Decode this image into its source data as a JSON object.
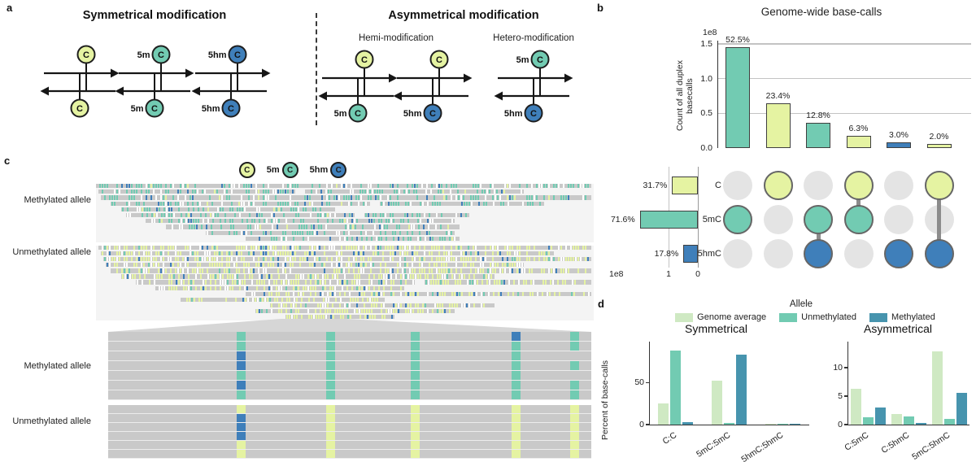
{
  "colors": {
    "c": "#e5f3a2",
    "mc": "#72cbb2",
    "hmc": "#3f7fba",
    "avg": "#cfe9c3",
    "meth": "#4794ae",
    "grey_dot": "#e4e4e4",
    "read": "#c9c9c9",
    "outline": "#3f3f3f",
    "connector": "#8c8c8c"
  },
  "panel_a": {
    "label": "a",
    "title_sym": "Symmetrical modification",
    "title_asym": "Asymmetrical modification",
    "subtitle_hemi": "Hemi-modification",
    "subtitle_hetero": "Hetero-modification",
    "base": "C",
    "duplexes_sym": [
      {
        "top": [
          "",
          "c"
        ],
        "bottom": [
          "",
          "c"
        ]
      },
      {
        "top": [
          "5m",
          "mc"
        ],
        "bottom": [
          "5m",
          "mc"
        ]
      },
      {
        "top": [
          "5hm",
          "hmc"
        ],
        "bottom": [
          "5hm",
          "hmc"
        ]
      }
    ],
    "duplexes_hemi": [
      {
        "top": [
          "",
          "c"
        ],
        "bottom": [
          "5m",
          "mc"
        ]
      },
      {
        "top": [
          "",
          "c"
        ],
        "bottom": [
          "5hm",
          "hmc"
        ]
      }
    ],
    "duplexes_hetero": [
      {
        "top": [
          "5m",
          "mc"
        ],
        "bottom": [
          "5hm",
          "hmc"
        ]
      }
    ]
  },
  "panel_b": {
    "label": "b",
    "title": "Genome-wide base-calls",
    "ylabel": "Count of all duplex basecalls",
    "scale_label": "1e8",
    "ymax": 1.5,
    "yticks": [
      "0.0",
      "0.5",
      "1.0",
      "1.5"
    ],
    "bars": [
      {
        "pct": "52.5%",
        "value": 1.45,
        "color": "mc"
      },
      {
        "pct": "23.4%",
        "value": 0.65,
        "color": "c"
      },
      {
        "pct": "12.8%",
        "value": 0.36,
        "color": "mc"
      },
      {
        "pct": "6.3%",
        "value": 0.17,
        "color": "c"
      },
      {
        "pct": "3.0%",
        "value": 0.08,
        "color": "hmc"
      },
      {
        "pct": "2.0%",
        "value": 0.055,
        "color": "c"
      }
    ],
    "matrix_rows": [
      {
        "name": "C",
        "color": "c",
        "pct": "31.7%",
        "value": 0.88
      },
      {
        "name": "5mC",
        "color": "mc",
        "pct": "71.6%",
        "value": 1.98
      },
      {
        "name": "5hmC",
        "color": "hmc",
        "pct": "17.8%",
        "value": 0.49
      }
    ],
    "matrix_membership": [
      [
        1
      ],
      [
        0
      ],
      [
        1,
        2
      ],
      [
        0,
        1
      ],
      [
        2
      ],
      [
        0,
        2
      ]
    ],
    "hbar_ticks": [
      "1",
      "0"
    ],
    "hbar_scale_label": "1e8"
  },
  "panel_c": {
    "label": "c",
    "legend": [
      {
        "prefix": "",
        "color": "c"
      },
      {
        "prefix": "5m",
        "color": "mc"
      },
      {
        "prefix": "5hm",
        "color": "hmc"
      }
    ],
    "seed": 13,
    "sections": [
      {
        "name": "Methylated allele",
        "density": 0.5,
        "mix": {
          "mc": 0.56,
          "hmc": 0.1,
          "c": 0.06,
          "white": 0.28
        },
        "rows": [
          [
            [
              0.0,
              0.995
            ]
          ],
          [
            [
              0.005,
              0.4
            ],
            [
              0.42,
              0.86
            ]
          ],
          [
            [
              0.01,
              0.995
            ]
          ],
          [
            [
              0.03,
              0.55
            ],
            [
              0.57,
              0.9
            ]
          ],
          [
            [
              0.05,
              0.48
            ]
          ],
          [
            [
              0.06,
              0.52
            ],
            [
              0.54,
              0.75
            ]
          ],
          [
            [
              0.1,
              0.72
            ]
          ],
          [
            [
              0.14,
              0.73
            ]
          ],
          [
            [
              0.22,
              0.72
            ]
          ],
          [
            [
              0.3,
              0.73
            ]
          ]
        ]
      },
      {
        "name": "Unmethylated allele",
        "density": 0.62,
        "mix": {
          "c": 0.6,
          "mc": 0.08,
          "hmc": 0.08,
          "white": 0.24
        },
        "rows": [
          [
            [
              0.005,
              0.995
            ]
          ],
          [
            [
              0.01,
              0.92
            ]
          ],
          [
            [
              0.015,
              0.995
            ]
          ],
          [
            [
              0.02,
              0.86
            ]
          ],
          [
            [
              0.03,
              0.995
            ]
          ],
          [
            [
              0.05,
              0.8
            ]
          ],
          [
            [
              0.08,
              0.64
            ],
            [
              0.66,
              0.995
            ]
          ],
          [
            [
              0.12,
              0.62
            ]
          ],
          [
            [
              0.3,
              0.995
            ]
          ],
          [
            [
              0.17,
              0.58
            ]
          ],
          [
            [
              0.35,
              0.8
            ]
          ],
          [
            [
              0.32,
              0.72
            ]
          ],
          [
            [
              0.38,
              0.6
            ]
          ]
        ]
      }
    ],
    "zoom": {
      "sections": [
        {
          "name": "Methylated allele"
        },
        {
          "name": "Unmethylated allele"
        }
      ],
      "sites": [
        0.275,
        0.46,
        0.635,
        0.845,
        0.965
      ],
      "meth_rows": [
        "mmmhm",
        "mmmmm",
        "hmmm-",
        "hmmmm",
        "mmmm-",
        "hmmmm",
        "mmmmm"
      ],
      "unmeth_rows": [
        "ccccc",
        "hcccc",
        "hcccc",
        "hcccc",
        "ccccc",
        "ccccc"
      ]
    }
  },
  "panel_d": {
    "label": "d",
    "legend_title": "Allele",
    "legend": [
      {
        "name": "Genome average",
        "color": "avg"
      },
      {
        "name": "Unmethylated",
        "color": "mc"
      },
      {
        "name": "Methylated",
        "color": "meth"
      }
    ],
    "ylabel": "Percent of base-calls",
    "subplots": [
      {
        "title": "Symmetrical",
        "ymax": 95,
        "yticks": [
          0,
          50
        ],
        "categories": [
          "C:C",
          "5mC:5mC",
          "5hmC:5hmC"
        ],
        "series": [
          {
            "name": "Genome average",
            "values": [
              25,
              52,
              1.2
            ]
          },
          {
            "name": "Unmethylated",
            "values": [
              88,
              1.5,
              0.3
            ]
          },
          {
            "name": "Methylated",
            "values": [
              3,
              83,
              1.0
            ]
          }
        ]
      },
      {
        "title": "Asymmetrical",
        "ymax": 14,
        "yticks": [
          0,
          5,
          10
        ],
        "categories": [
          "C:5mC",
          "C:5hmC",
          "5mC:5hmC"
        ],
        "series": [
          {
            "name": "Genome average",
            "values": [
              6.3,
              1.8,
              12.8
            ]
          },
          {
            "name": "Unmethylated",
            "values": [
              1.3,
              1.5,
              1.0
            ]
          },
          {
            "name": "Methylated",
            "values": [
              3.0,
              0.3,
              5.6
            ]
          }
        ]
      }
    ]
  },
  "chart_data": [
    {
      "type": "bar",
      "title": "Genome-wide base-calls",
      "ylabel": "Count of all duplex basecalls",
      "y_scale": "1e8",
      "ylim": [
        0,
        1.5
      ],
      "categories": [
        "5mC only",
        "C only",
        "5mC+5hmC",
        "C+5mC",
        "5hmC only",
        "C+5hmC"
      ],
      "values": [
        1.45,
        0.65,
        0.36,
        0.17,
        0.08,
        0.055
      ],
      "labels": [
        "52.5%",
        "23.4%",
        "12.8%",
        "6.3%",
        "3.0%",
        "2.0%"
      ]
    },
    {
      "type": "bar",
      "orientation": "horizontal",
      "x_scale": "1e8",
      "categories": [
        "C",
        "5mC",
        "5hmC"
      ],
      "values": [
        0.88,
        1.98,
        0.49
      ],
      "labels": [
        "31.7%",
        "71.6%",
        "17.8%"
      ]
    },
    {
      "type": "bar",
      "title": "Symmetrical",
      "ylabel": "Percent of base-calls",
      "categories": [
        "C:C",
        "5mC:5mC",
        "5hmC:5hmC"
      ],
      "series": [
        {
          "name": "Genome average",
          "values": [
            25,
            52,
            1.2
          ]
        },
        {
          "name": "Unmethylated",
          "values": [
            88,
            1.5,
            0.3
          ]
        },
        {
          "name": "Methylated",
          "values": [
            3,
            83,
            1.0
          ]
        }
      ]
    },
    {
      "type": "bar",
      "title": "Asymmetrical",
      "ylabel": "Percent of base-calls",
      "categories": [
        "C:5mC",
        "C:5hmC",
        "5mC:5hmC"
      ],
      "series": [
        {
          "name": "Genome average",
          "values": [
            6.3,
            1.8,
            12.8
          ]
        },
        {
          "name": "Unmethylated",
          "values": [
            1.3,
            1.5,
            1.0
          ]
        },
        {
          "name": "Methylated",
          "values": [
            3.0,
            0.3,
            5.6
          ]
        }
      ]
    }
  ]
}
